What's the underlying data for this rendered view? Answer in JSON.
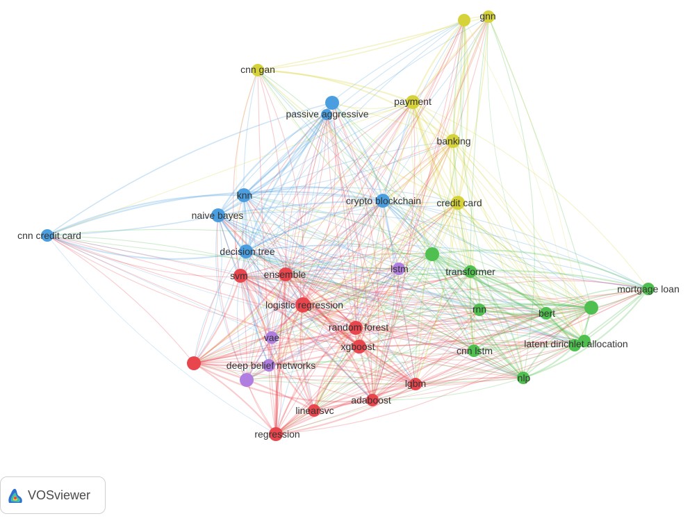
{
  "colors": {
    "red": "#e8454c",
    "blue": "#4a9ee0",
    "green": "#4fc04f",
    "yellow": "#d6d33a",
    "purple": "#b07ee0",
    "label": "#333333"
  },
  "nodes": [
    {
      "id": "gnn_a",
      "label": "",
      "cluster": "yellow"
    },
    {
      "id": "gnn",
      "label": "gnn",
      "cluster": "yellow"
    },
    {
      "id": "cnn_gan",
      "label": "cnn gan",
      "cluster": "yellow"
    },
    {
      "id": "payment",
      "label": "payment",
      "cluster": "yellow"
    },
    {
      "id": "banking",
      "label": "banking",
      "cluster": "yellow"
    },
    {
      "id": "credit_card",
      "label": "credit card",
      "cluster": "yellow"
    },
    {
      "id": "passive_aggressive",
      "label": "passive aggressive",
      "cluster": "blue"
    },
    {
      "id": "pa_b",
      "label": "",
      "cluster": "blue"
    },
    {
      "id": "knn",
      "label": "knn",
      "cluster": "blue"
    },
    {
      "id": "naive_bayes",
      "label": "naive bayes",
      "cluster": "blue"
    },
    {
      "id": "cnn_credit_card",
      "label": "cnn credit card",
      "cluster": "blue"
    },
    {
      "id": "decision_tree",
      "label": "decision tree",
      "cluster": "blue"
    },
    {
      "id": "crypto_blockchain",
      "label": "crypto blockchain",
      "cluster": "blue"
    },
    {
      "id": "lstm",
      "label": "lstm",
      "cluster": "purple"
    },
    {
      "id": "vae",
      "label": "vae",
      "cluster": "purple"
    },
    {
      "id": "deep_belief_networks",
      "label": "deep belief networks",
      "cluster": "purple"
    },
    {
      "id": "purple_c",
      "label": "",
      "cluster": "purple"
    },
    {
      "id": "svm",
      "label": "svm",
      "cluster": "red"
    },
    {
      "id": "ensemble",
      "label": "ensemble",
      "cluster": "red"
    },
    {
      "id": "logistic_regression",
      "label": "logistic regression",
      "cluster": "red"
    },
    {
      "id": "random_forest",
      "label": "random forest",
      "cluster": "red"
    },
    {
      "id": "xgboost",
      "label": "xgboost",
      "cluster": "red"
    },
    {
      "id": "red_left",
      "label": "",
      "cluster": "red"
    },
    {
      "id": "lgbm",
      "label": "lgbm",
      "cluster": "red"
    },
    {
      "id": "adaboost",
      "label": "adaboost",
      "cluster": "red"
    },
    {
      "id": "linearsvc",
      "label": "linearsvc",
      "cluster": "red"
    },
    {
      "id": "regression",
      "label": "regression",
      "cluster": "red"
    },
    {
      "id": "green_top",
      "label": "",
      "cluster": "green"
    },
    {
      "id": "transformer",
      "label": "transformer",
      "cluster": "green"
    },
    {
      "id": "rnn",
      "label": "rnn",
      "cluster": "green"
    },
    {
      "id": "bert",
      "label": "bert",
      "cluster": "green"
    },
    {
      "id": "green_right",
      "label": "",
      "cluster": "green"
    },
    {
      "id": "mortgage_loan",
      "label": "mortgage loan",
      "cluster": "green"
    },
    {
      "id": "latent_dirichlet_allocation",
      "label": "latent dirichlet allocation",
      "cluster": "green"
    },
    {
      "id": "green_lda2",
      "label": "",
      "cluster": "green"
    },
    {
      "id": "cnn_lstm",
      "label": "cnn lstm",
      "cluster": "green"
    },
    {
      "id": "nlp",
      "label": "nlp",
      "cluster": "green"
    }
  ],
  "badge": {
    "text": "VOSviewer",
    "icon": "vosviewer-logo-icon"
  }
}
